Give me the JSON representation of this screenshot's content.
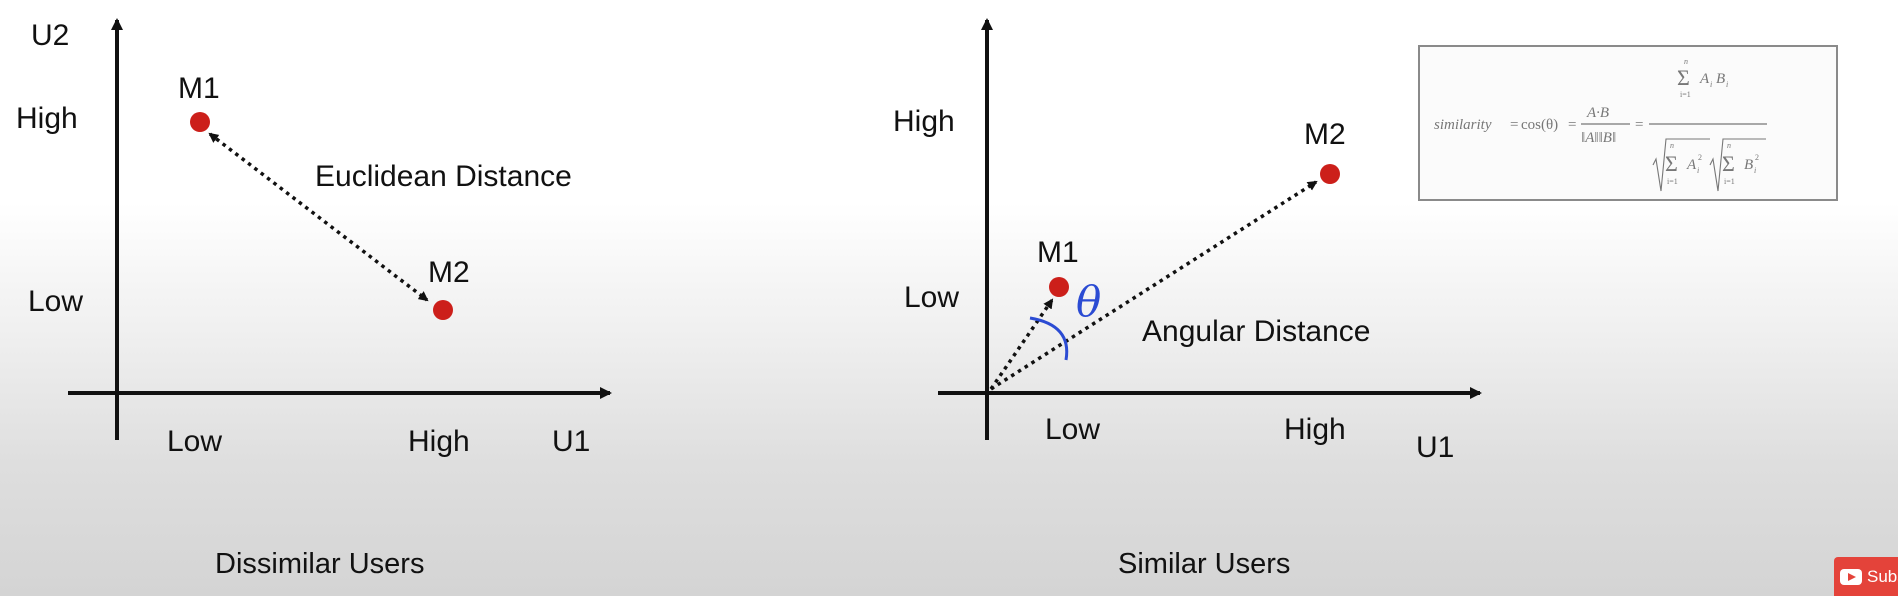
{
  "left_diagram": {
    "y_axis_label": "U2",
    "x_axis_label": "U1",
    "y_ticks": [
      "High",
      "Low"
    ],
    "x_ticks": [
      "Low",
      "High"
    ],
    "point_1": "M1",
    "point_2": "M2",
    "connector_label": "Euclidean Distance",
    "caption": "Dissimilar Users"
  },
  "right_diagram": {
    "x_axis_label": "U1",
    "y_ticks": [
      "High",
      "Low"
    ],
    "x_ticks": [
      "Low",
      "High"
    ],
    "point_1": "M1",
    "point_2": "M2",
    "angle_label": "Angular Distance",
    "angle_symbol": "θ",
    "caption": "Similar Users"
  },
  "formula": {
    "lhs": "similarity",
    "eq1": "=",
    "cos": "cos(θ)",
    "eq2": "=",
    "frac1_num": "A·B",
    "frac1_den": "‖A‖‖B‖",
    "eq3": "=",
    "sum": "Σ",
    "sum_upper": "n",
    "sum_lower": "i=1",
    "num_term": "A",
    "num_term2": "B",
    "sub_i": "i",
    "den_term_a": "A",
    "den_term_b": "B",
    "sq": "2"
  },
  "colors": {
    "point": "#cc1f1a",
    "annotation": "#2b4bd3",
    "youtube": "#e4433a"
  },
  "youtube_badge": {
    "label": "Subs"
  }
}
